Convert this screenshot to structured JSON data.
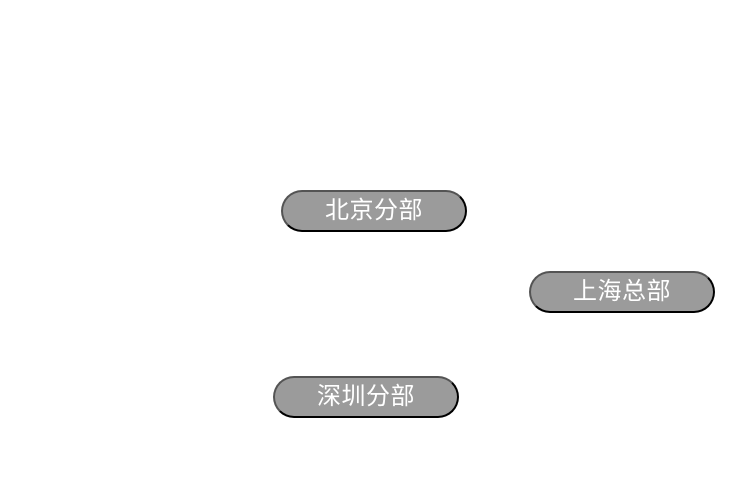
{
  "locations": [
    {
      "label": "北京分部"
    },
    {
      "label": "上海总部"
    },
    {
      "label": "深圳分部"
    }
  ],
  "colors": {
    "background": "#ffffff",
    "pill_background": "#9b9b9b",
    "pill_text": "#ffffff"
  }
}
